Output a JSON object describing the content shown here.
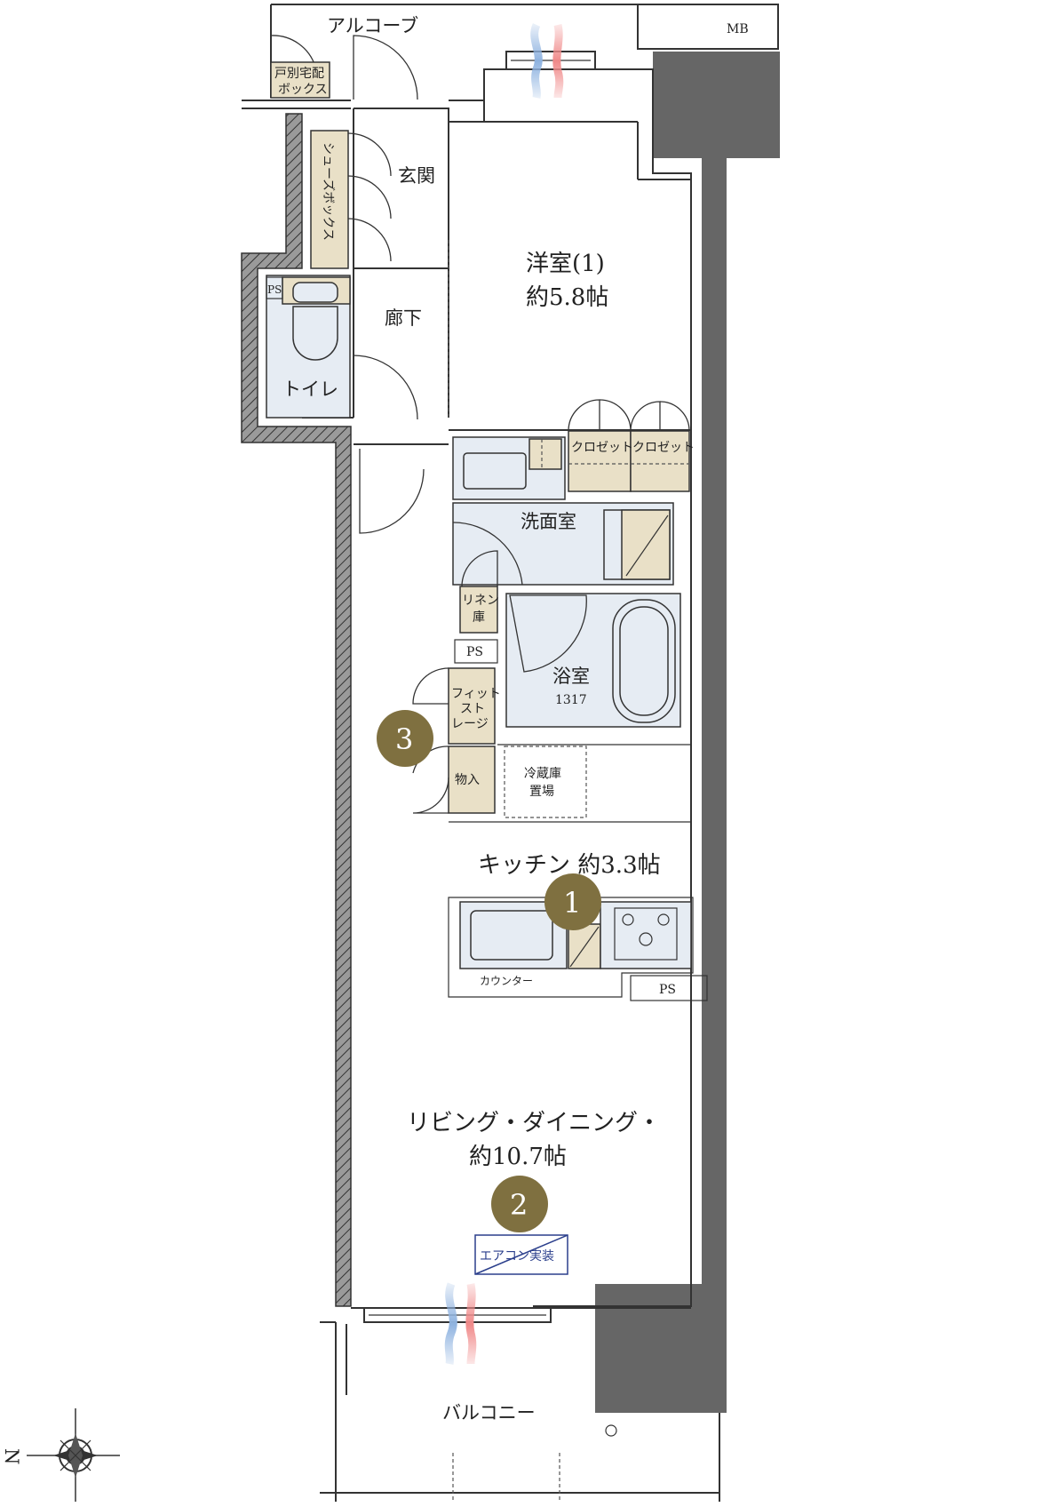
{
  "plan": {
    "rooms": {
      "alcove": "アルコーブ",
      "mb": "MB",
      "delivery_box_line1": "戸別宅配",
      "delivery_box_line2": "ボックス",
      "shoe_box": "シューズボックス",
      "entrance": "玄関",
      "western_room_name": "洋室(1)",
      "western_room_size": "約5.8帖",
      "ps_toilet": "PS",
      "hallway": "廊下",
      "toilet": "トイレ",
      "closet_1": "クロゼット",
      "closet_2": "クロゼット",
      "washroom": "洗面室",
      "linen_line1": "リネン",
      "linen_line2": "庫",
      "ps_linen": "PS",
      "bath_name": "浴室",
      "bath_size": "1317",
      "fit_storage_line1": "フィット",
      "fit_storage_line2": "スト",
      "fit_storage_line3": "レージ",
      "storage": "物入",
      "fridge_line1": "冷蔵庫",
      "fridge_line2": "置場",
      "kitchen": "キッチン 約3.3帖",
      "counter": "カウンター",
      "ps_kitchen": "PS",
      "living_line1": "リビング・ダイニング・",
      "living_line2": "約10.7帖",
      "aircon": "エアコン実装",
      "balcony": "バルコニー"
    },
    "markers": [
      "1",
      "2",
      "3"
    ],
    "compass": "N",
    "colors": {
      "fixture": "#e6ecf3",
      "storage": "#e9e0c7",
      "wall_dark": "#666666",
      "marker": "#7f7040",
      "aircon_blue": "#2b3f8c",
      "air_blue": "#8fb3e0",
      "air_red": "#f08a8a"
    }
  }
}
